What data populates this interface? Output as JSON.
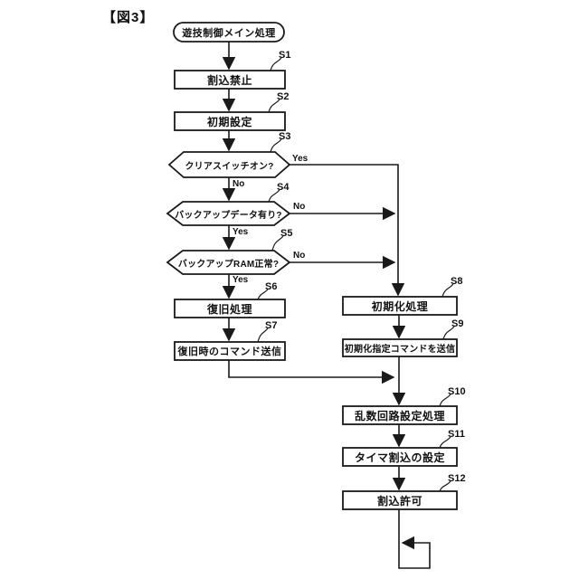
{
  "figure_label": "【図3】",
  "flowchart": {
    "start_label": "遊技制御メイン処理",
    "steps": [
      {
        "id": "S1",
        "type": "process",
        "label": "割込禁止"
      },
      {
        "id": "S2",
        "type": "process",
        "label": "初期設定"
      },
      {
        "id": "S3",
        "type": "decision",
        "label": "クリアスイッチオン?",
        "yes": "Yes",
        "no": "No"
      },
      {
        "id": "S4",
        "type": "decision",
        "label": "バックアップデータ有り?",
        "yes": "Yes",
        "no": "No"
      },
      {
        "id": "S5",
        "type": "decision",
        "label": "バックアップRAM正常?",
        "yes": "Yes",
        "no": "No"
      },
      {
        "id": "S6",
        "type": "process",
        "label": "復旧処理"
      },
      {
        "id": "S7",
        "type": "process",
        "label": "復旧時のコマンド送信"
      },
      {
        "id": "S8",
        "type": "process",
        "label": "初期化処理"
      },
      {
        "id": "S9",
        "type": "process",
        "label": "初期化指定コマンドを送信"
      },
      {
        "id": "S10",
        "type": "process",
        "label": "乱数回路設定処理"
      },
      {
        "id": "S11",
        "type": "process",
        "label": "タイマ割込の設定"
      },
      {
        "id": "S12",
        "type": "process",
        "label": "割込許可"
      }
    ]
  },
  "colors": {
    "line": "#1a1a1a",
    "background": "#ffffff"
  }
}
